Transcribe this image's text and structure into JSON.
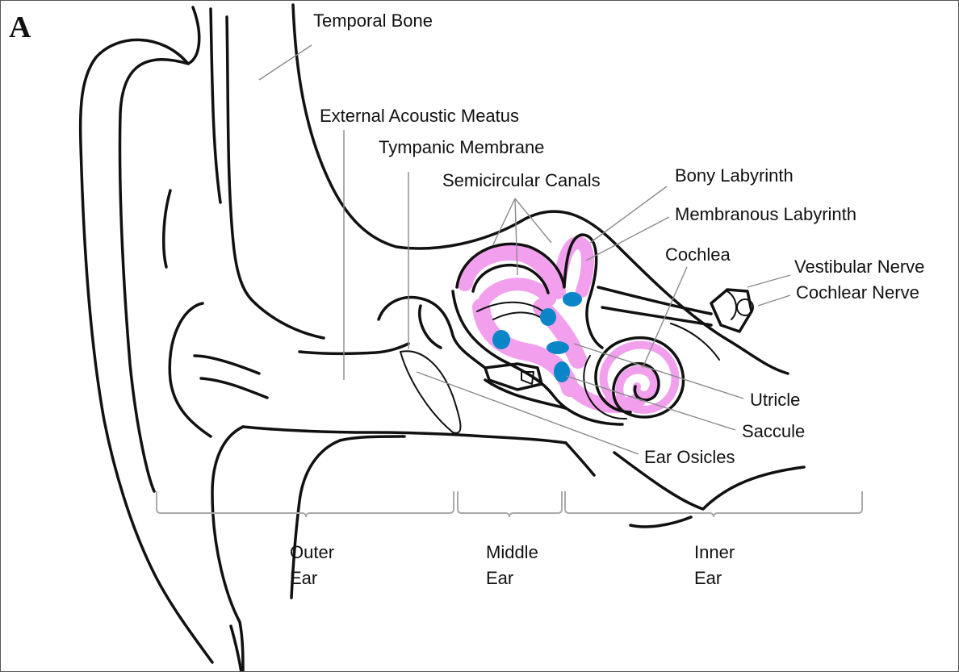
{
  "panel_letter": "A",
  "labels": {
    "temporal_bone": "Temporal Bone",
    "external_acoustic_meatus": "External Acoustic Meatus",
    "tympanic_membrane": "Tympanic Membrane",
    "semicircular_canals": "Semicircular Canals",
    "bony_labyrinth": "Bony Labyrinth",
    "membranous_labyrinth": "Membranous Labyrinth",
    "cochlea": "Cochlea",
    "vestibular_nerve": "Vestibular Nerve",
    "cochlear_nerve": "Cochlear Nerve",
    "utricle": "Utricle",
    "saccule": "Saccule",
    "ear_osicles": "Ear Osicles"
  },
  "regions": {
    "outer": {
      "line1": "Outer",
      "line2": "Ear"
    },
    "middle": {
      "line1": "Middle",
      "line2": "Ear"
    },
    "inner": {
      "line1": "Inner",
      "line2": "Ear"
    }
  },
  "colors": {
    "membranous_labyrinth": "#f2a0ee",
    "sensory_organs": "#0a86c8",
    "outline": "#111111",
    "leader_lines": "#8a8a8a",
    "brackets": "#aaaaaa"
  }
}
